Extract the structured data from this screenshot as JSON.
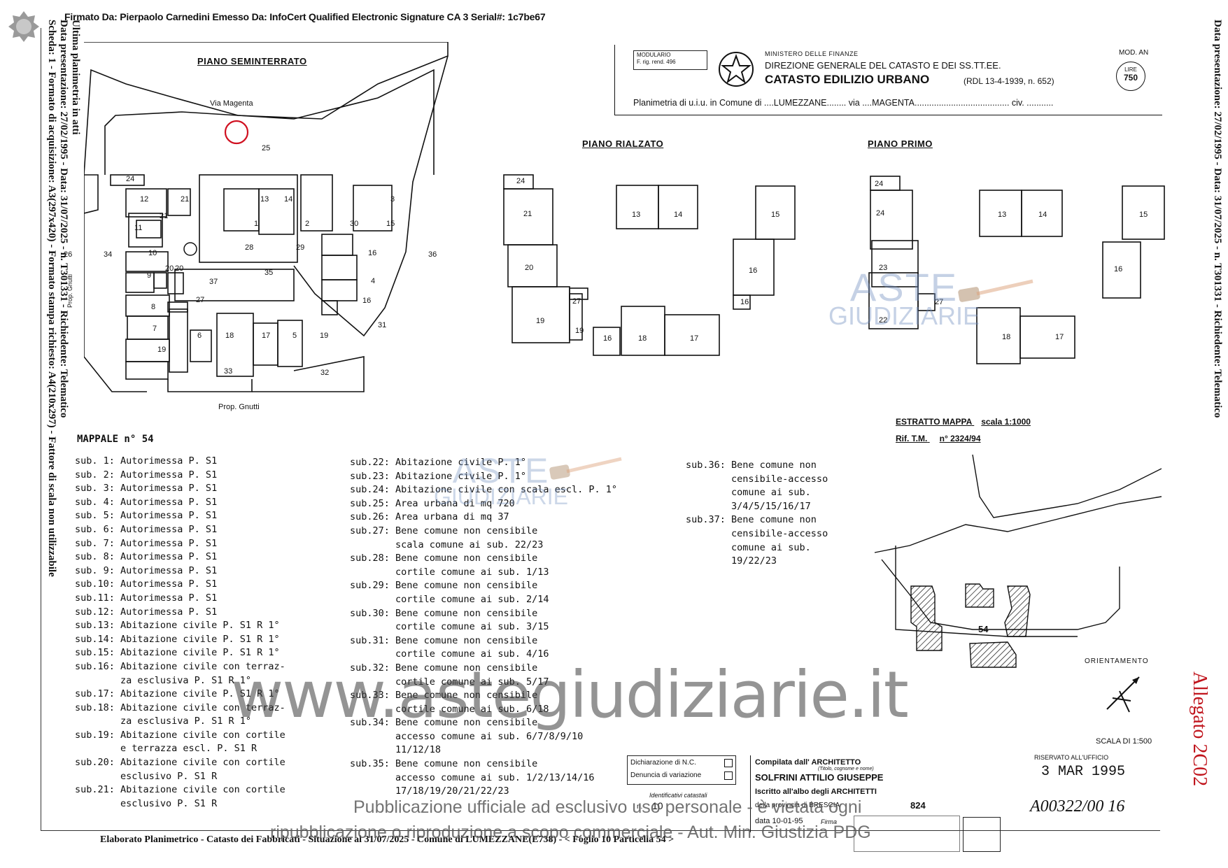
{
  "signature_header": "Firmato Da: Pierpaolo Carnedini Emesso Da: InfoCert Qualified Electronic Signature CA 3 Serial#: 1c7be67",
  "left_margin_lines": [
    "Ultima planimetria in atti",
    "Data presentazione: 27/02/1995 - Data: 31/07/2025 - n. T301331 - Richiedente: Telematico",
    "Scheda: 1 - Formato di acquisizione: A3(297x420) - Formato stampa richiesto: A4(210x297) - Fattore di scala non utilizzabile"
  ],
  "right_margin_line": "Data presentazione: 27/02/1995 - Data: 31/07/2025 - n. T301331 - Richiedente: Telematico",
  "header": {
    "modulario": "MODULARIO\nF. rig. rend. 496",
    "ministero": "MINISTERO DELLE FINANZE",
    "direzione": "DIREZIONE GENERALE DEL CATASTO E DEI SS.TT.EE.",
    "catasto": "CATASTO EDILIZIO URBANO",
    "rdl": "(RDL 13-4-1939, n. 652)",
    "mod": "MOD. AN",
    "lire_label": "LIRE",
    "lire_value": "750",
    "planimetria_line": "Planimetria di u.i.u. in Comune di ....LUMEZZANE........ via ....MAGENTA....................................... civ. ..........."
  },
  "plan_titles": {
    "seminterrato": "PIANO SEMINTERRATO",
    "rialzato": "PIANO RIALZATO",
    "primo": "PIANO PRIMO"
  },
  "plan_labels": {
    "via_magenta": "Via Magenta",
    "prop_gnutti_bottom": "Prop. Gnutti",
    "prop_gnutti_side": "Prop. Gnutti"
  },
  "seminterrato_units": [
    "24",
    "12",
    "21",
    "21",
    "11",
    "13",
    "14",
    "1",
    "2",
    "3",
    "30",
    "15",
    "28",
    "29",
    "10",
    "20",
    "20",
    "9",
    "35",
    "37",
    "16",
    "4",
    "36",
    "34",
    "26",
    "8",
    "27",
    "16",
    "31",
    "7",
    "19",
    "6",
    "18",
    "17",
    "5",
    "19",
    "33",
    "32",
    "25"
  ],
  "rialzato_units": [
    "24",
    "21",
    "13",
    "14",
    "15",
    "20",
    "16",
    "16",
    "27",
    "19",
    "19",
    "16",
    "18",
    "17"
  ],
  "primo_units": [
    "24",
    "24",
    "13",
    "14",
    "15",
    "23",
    "16",
    "22",
    "27",
    "18",
    "17"
  ],
  "estratto": {
    "title": "ESTRATTO MAPPA",
    "scala": "scala 1:1000",
    "rif": "Rif. T.M.",
    "rif_num": "n° 2324/94",
    "mappale_num": "54",
    "orientamento": "ORIENTAMENTO",
    "scala_di": "SCALA DI 1:500"
  },
  "mappale_title": "MAPPALE n° 54",
  "legend_col1": [
    "sub. 1: Autorimessa P. S1",
    "sub. 2: Autorimessa P. S1",
    "sub. 3: Autorimessa P. S1",
    "sub. 4: Autorimessa P. S1",
    "sub. 5: Autorimessa P. S1",
    "sub. 6: Autorimessa P. S1",
    "sub. 7: Autorimessa P. S1",
    "sub. 8: Autorimessa P. S1",
    "sub. 9: Autorimessa P. S1",
    "sub.10: Autorimessa P. S1",
    "sub.11: Autorimessa P. S1",
    "sub.12: Autorimessa P. S1",
    "sub.13: Abitazione civile P. S1 R 1°",
    "sub.14: Abitazione civile P. S1 R 1°",
    "sub.15: Abitazione civile P. S1 R 1°",
    "sub.16: Abitazione civile con terraz-",
    "        za esclusiva P. S1 R 1°",
    "sub.17: Abitazione civile P. S1 R 1°",
    "sub.18: Abitazione civile con terraz-",
    "        za esclusiva P. S1 R 1°",
    "sub.19: Abitazione civile con cortile",
    "        e terrazza escl. P. S1 R",
    "sub.20: Abitazione civile con cortile",
    "        esclusivo P. S1 R",
    "sub.21: Abitazione civile con cortile",
    "        esclusivo P. S1 R"
  ],
  "legend_col2": [
    "sub.22: Abitazione civile P. 1°",
    "sub.23: Abitazione civile P. 1°",
    "sub.24: Abitazione civile con scala escl. P. 1°",
    "sub.25: Area urbana di mq 720",
    "sub.26: Area urbana di mq 37",
    "sub.27: Bene comune non censibile",
    "        scala comune ai sub. 22/23",
    "sub.28: Bene comune non censibile",
    "        cortile comune ai sub. 1/13",
    "sub.29: Bene comune non censibile",
    "        cortile comune ai sub. 2/14",
    "sub.30: Bene comune non censibile",
    "        cortile comune ai sub. 3/15",
    "sub.31: Bene comune non censibile",
    "        cortile comune ai sub. 4/16",
    "sub.32: Bene comune non censibile",
    "        cortile comune ai sub. 5/17",
    "sub.33: Bene comune non censibile",
    "        cortile comune ai sub. 6/18",
    "sub.34: Bene comune non censibile",
    "        accesso comune ai sub. 6/7/8/9/10",
    "        11/12/18",
    "sub.35: Bene comune non censibile",
    "        accesso comune ai sub. 1/2/13/14/16",
    "        17/18/19/20/21/22/23"
  ],
  "legend_col3": [
    "sub.36: Bene comune non",
    "        censibile-accesso",
    "        comune ai sub.",
    "        3/4/5/15/16/17",
    "sub.37: Bene comune non",
    "        censibile-accesso",
    "        comune ai sub.",
    "        19/22/23"
  ],
  "footer_form": {
    "dichiarazione": "Dichiarazione di N.C.",
    "denuncia": "Denuncia di variazione",
    "identificativi": "Identificativi catastali",
    "foglio_label": "n.",
    "foglio_val": "10",
    "compilata": "Compilata dall' ARCHITETTO",
    "titolo": "(Titolo, cognome e nome)",
    "nome": "SOLFRINI ATTILIO GIUSEPPE",
    "iscritto": "Iscritto all'albo degli ARCHITETTI",
    "prov": "della provincia di BRESCIA",
    "num": "824",
    "data": "data 10-01-95",
    "firma": "Firma",
    "riservato": "RISERVATO ALL'UFFICIO",
    "data_ufficio": "3 MAR 1995",
    "protocollo": "A00322/00 16"
  },
  "footer_caption": "Elaborato Planimetrico - Catasto dei Fabbricati - Situazione al 31/07/2025 - Comune di LUMEZZANE(E738) - < Foglio 10 Particella 54 >",
  "watermark": {
    "aste": "ASTE",
    "giudiziarie": "GIUDIZIARIE",
    "site": "www.astegiudiziarie.it",
    "pub_line1": "Pubblicazione ufficiale ad esclusivo uso personale - è vietata ogni",
    "pub_line2": "ripubblicazione o riproduzione a scopo commerciale - Aut. Min. Giustizia PDG"
  },
  "allegato": "Allegato 2C02"
}
